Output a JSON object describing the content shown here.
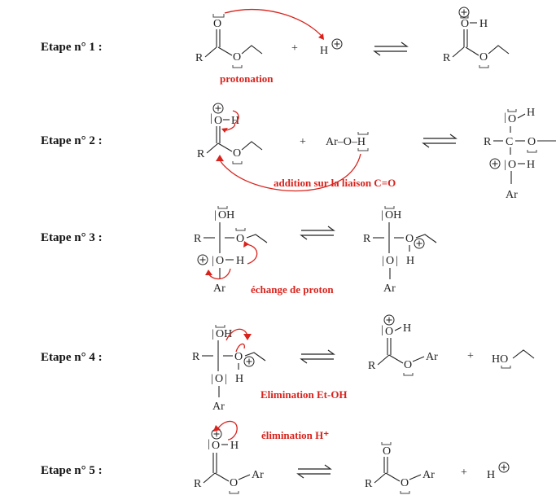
{
  "colors": {
    "annotation": "#d9221c",
    "text": "#222222"
  },
  "steps": [
    {
      "label": "Etape n° 1 :",
      "note": "protonation"
    },
    {
      "label": "Etape n° 2 :",
      "note": "addition sur la liaison C=O"
    },
    {
      "label": "Etape n° 3 :",
      "note": "échange de proton"
    },
    {
      "label": "Etape n° 4 :",
      "note": "Elimination Et-OH"
    },
    {
      "label": "Etape n° 5 :",
      "note": "élimination H⁺"
    }
  ],
  "atoms": {
    "R": "R",
    "O": "O",
    "H": "H",
    "C": "C",
    "Ar": "Ar",
    "OH": "OH",
    "OminusH": "O–H",
    "ArOH": "Ar–O–H",
    "HO": "HO",
    "plus": "+",
    "bar": "|"
  }
}
